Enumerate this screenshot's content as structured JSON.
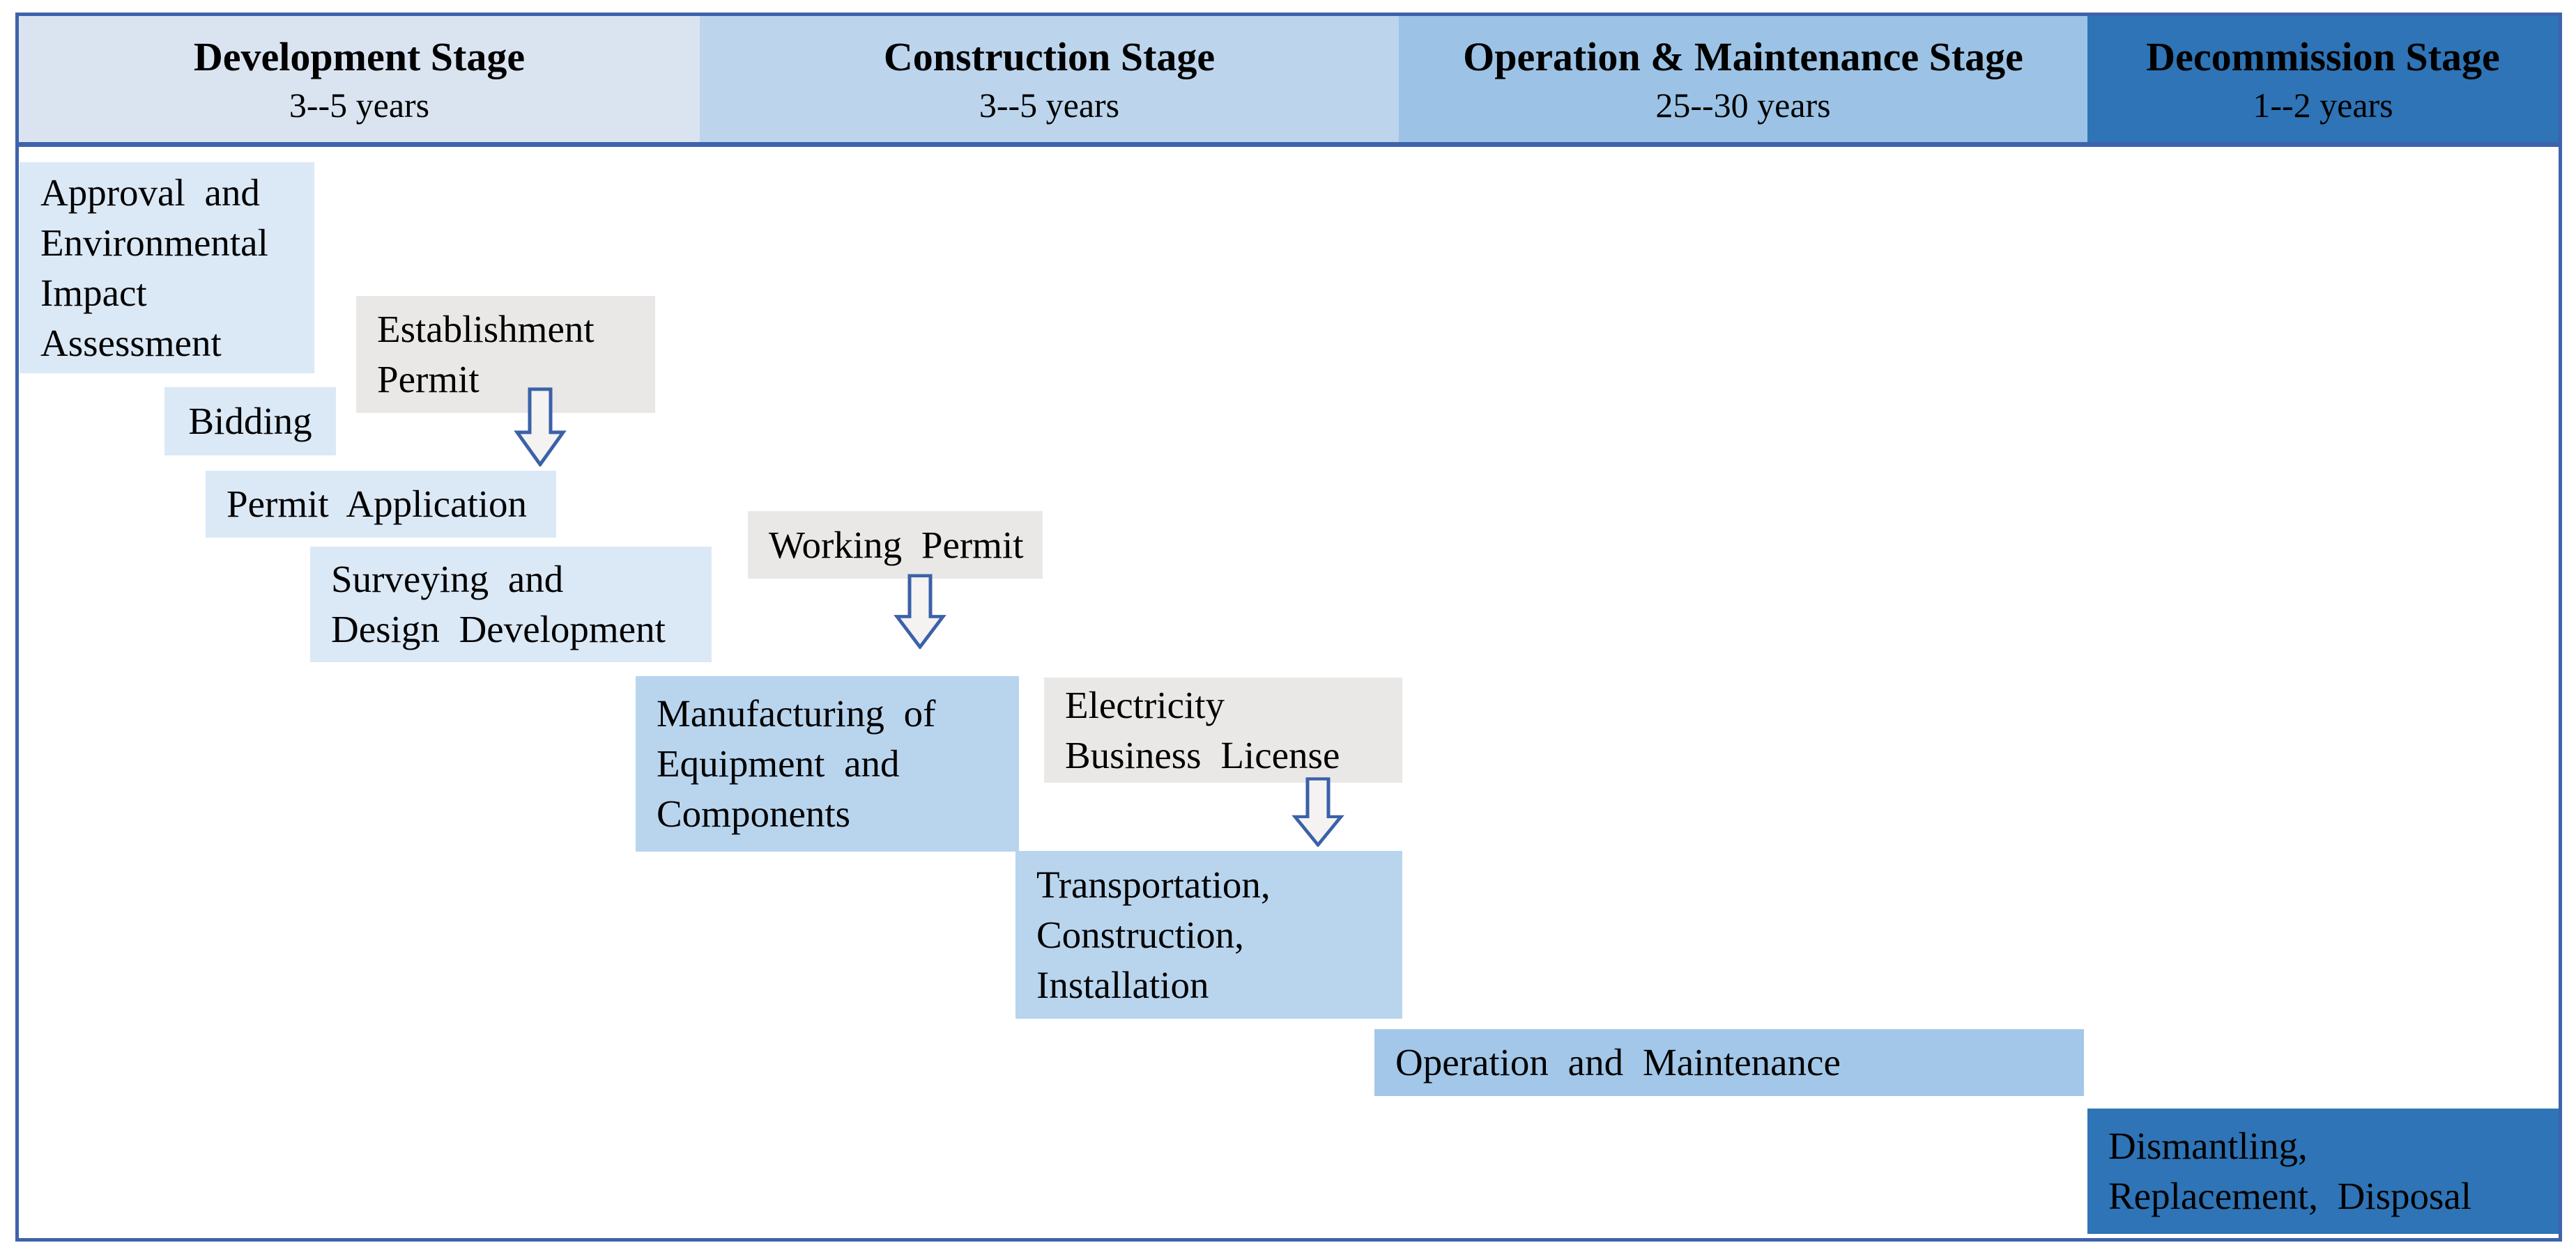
{
  "stages": [
    {
      "name": "Development Stage",
      "duration": "3--5 years"
    },
    {
      "name": "Construction Stage",
      "duration": "3--5 years"
    },
    {
      "name": "Operation & Maintenance Stage",
      "duration": "25--30 years"
    },
    {
      "name": "Decommission Stage",
      "duration": "1--2 years"
    }
  ],
  "tasks": {
    "approval": "Approval and\nEnvironmental\nImpact\nAssessment",
    "establishment_permit": "Establishment\nPermit",
    "bidding": "Bidding",
    "permit_application": "Permit Application",
    "surveying_design": "Surveying and\nDesign Development",
    "working_permit": "Working Permit",
    "manufacturing": "Manufacturing of\nEquipment and\nComponents",
    "electricity_license": "Electricity\nBusiness License",
    "transportation": "Transportation,\nConstruction,\nInstallation",
    "operation_maintenance": "Operation and Maintenance",
    "dismantling": "Dismantling,\nReplacement, Disposal"
  },
  "icons": {
    "down_arrow": "down-arrow"
  },
  "colors": {
    "frame_border": "#3d63ab",
    "header_development": "#dae4f1",
    "header_construction": "#bcd5ec",
    "header_operation_maintenance": "#9cc3e5",
    "header_decommission": "#2e74b6",
    "task_light_blue": "#dbe8f6",
    "task_gray": "#e9e8e7",
    "task_medium_blue": "#b9d5ee",
    "task_operation_blue": "#a3c7e8",
    "task_dark_blue": "#2e74b6",
    "arrow_fill": "#f4f3f1",
    "arrow_stroke": "#3b61a8",
    "text": "#000000"
  }
}
